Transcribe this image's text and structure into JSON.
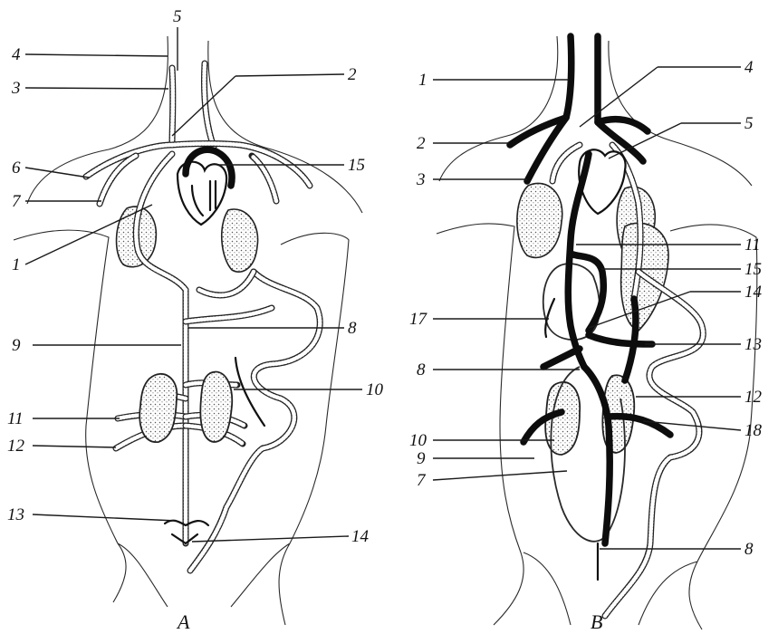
{
  "panels": [
    {
      "caption": "A",
      "labels": [
        "5",
        "4",
        "3",
        "2",
        "6",
        "15",
        "7",
        "1",
        "8",
        "9",
        "10",
        "11",
        "12",
        "13",
        "14"
      ]
    },
    {
      "caption": "B",
      "labels": [
        "1",
        "4",
        "2",
        "5",
        "3",
        "11",
        "15",
        "14",
        "17",
        "13",
        "8",
        "12",
        "18",
        "10",
        "9",
        "7",
        "8"
      ]
    }
  ]
}
